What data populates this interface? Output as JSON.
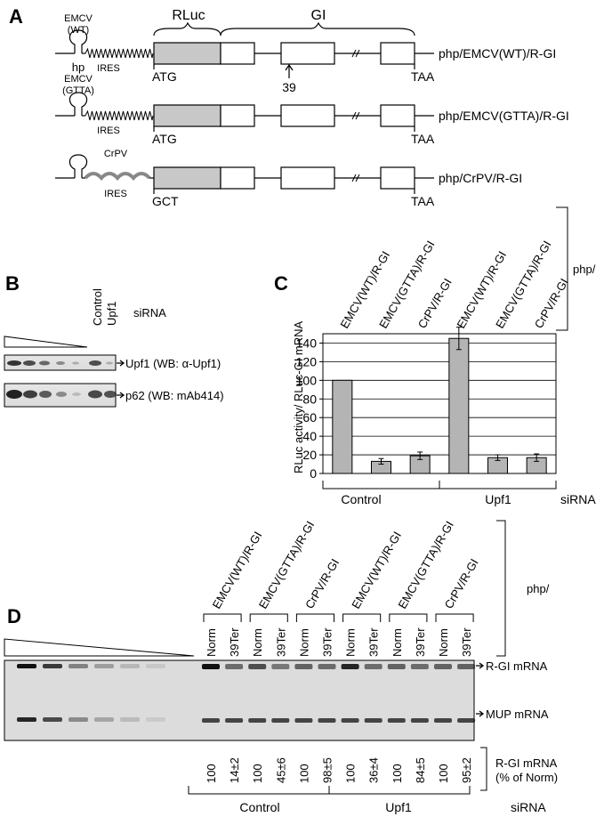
{
  "panel_a": {
    "letter": "A",
    "bracket_rluc": "RLuc",
    "bracket_gi": "GI",
    "hp": "hp",
    "constructs": [
      {
        "ires_top": "EMCV",
        "ires_mid": "(WT)",
        "ires_bottom": "IRES",
        "start": "ATG",
        "stop": "TAA",
        "name": "php/EMCV(WT)/R-GI",
        "marker": "39"
      },
      {
        "ires_top": "EMCV",
        "ires_mid": "(GTTA)",
        "ires_bottom": "IRES",
        "start": "ATG",
        "stop": "TAA",
        "name": "php/EMCV(GTTA)/R-GI"
      },
      {
        "ires_top": "",
        "ires_mid": "CrPV",
        "ires_bottom": "IRES",
        "start": "GCT",
        "stop": "TAA",
        "name": "php/CrPV/R-GI"
      }
    ]
  },
  "panel_b": {
    "letter": "B",
    "lane_labels": [
      "Control",
      "Upf1"
    ],
    "sirna": "siRNA",
    "blots": [
      {
        "label": "Upf1 (WB: α-Upf1)"
      },
      {
        "label": "p62 (WB: mAb414)"
      }
    ]
  },
  "panel_c": {
    "letter": "C",
    "php": "php/",
    "sirna": "siRNA",
    "group_labels": [
      "Control",
      "Upf1"
    ]
  },
  "chart_data": {
    "type": "bar",
    "categories": [
      "EMCV(WT)/R-GI",
      "EMCV(GTTA)/R-GI",
      "CrPV/R-GI",
      "EMCV(WT)/R-GI",
      "EMCV(GTTA)/R-GI",
      "CrPV/R-GI"
    ],
    "values": [
      100,
      13,
      19,
      145,
      17,
      17
    ],
    "errors": [
      0,
      3,
      4,
      12,
      3,
      4
    ],
    "groups": [
      "Control",
      "Control",
      "Control",
      "Upf1",
      "Upf1",
      "Upf1"
    ],
    "ylabel": "RLuc activity/ RLuc-GI mRNA",
    "ylim": [
      0,
      150
    ],
    "yticks": [
      0,
      20,
      40,
      60,
      80,
      100,
      120,
      140
    ],
    "grid": true,
    "bar_color": "#b4b4b4"
  },
  "panel_d": {
    "letter": "D",
    "php": "php/",
    "constructs": [
      "EMCV(WT)/R-GI",
      "EMCV(GTTA)/R-GI",
      "CrPV/R-GI",
      "EMCV(WT)/R-GI",
      "EMCV(GTTA)/R-GI",
      "CrPV/R-GI"
    ],
    "lanes": [
      "Norm",
      "39Ter",
      "Norm",
      "39Ter",
      "Norm",
      "39Ter",
      "Norm",
      "39Ter",
      "Norm",
      "39Ter",
      "Norm",
      "39Ter"
    ],
    "values": [
      "100",
      "14±2",
      "100",
      "45±6",
      "100",
      "98±5",
      "100",
      "36±4",
      "100",
      "84±5",
      "100",
      "95±2"
    ],
    "band_labels": [
      "R-GI mRNA",
      "MUP mRNA"
    ],
    "value_label_1": "R-GI mRNA",
    "value_label_2": "(% of Norm)",
    "group_labels": [
      "Control",
      "Upf1"
    ],
    "sirna": "siRNA"
  }
}
